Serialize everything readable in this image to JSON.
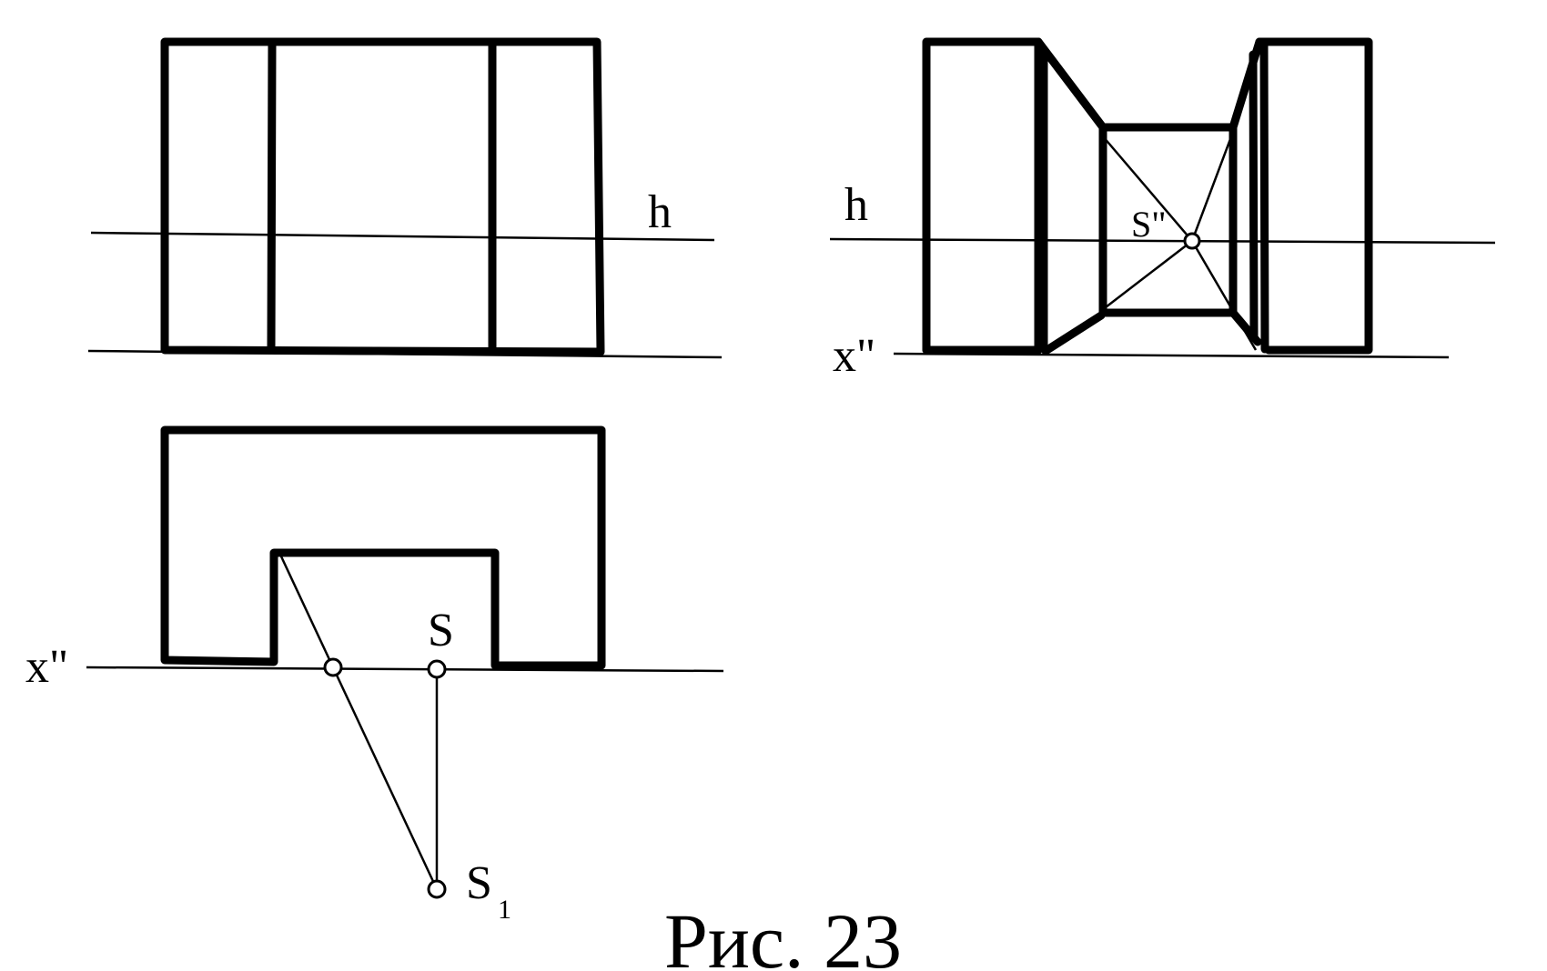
{
  "labels": {
    "h_front": "h",
    "h_perspective": "h",
    "s_vanishing": "S\"",
    "x_perspective": "x\"",
    "x_plan": "x\"",
    "s_point": "S",
    "s1_main": "S",
    "s1_sub": "1"
  },
  "caption": "Рис. 23",
  "colors": {
    "ink": "#000000",
    "paper": "#ffffff"
  }
}
